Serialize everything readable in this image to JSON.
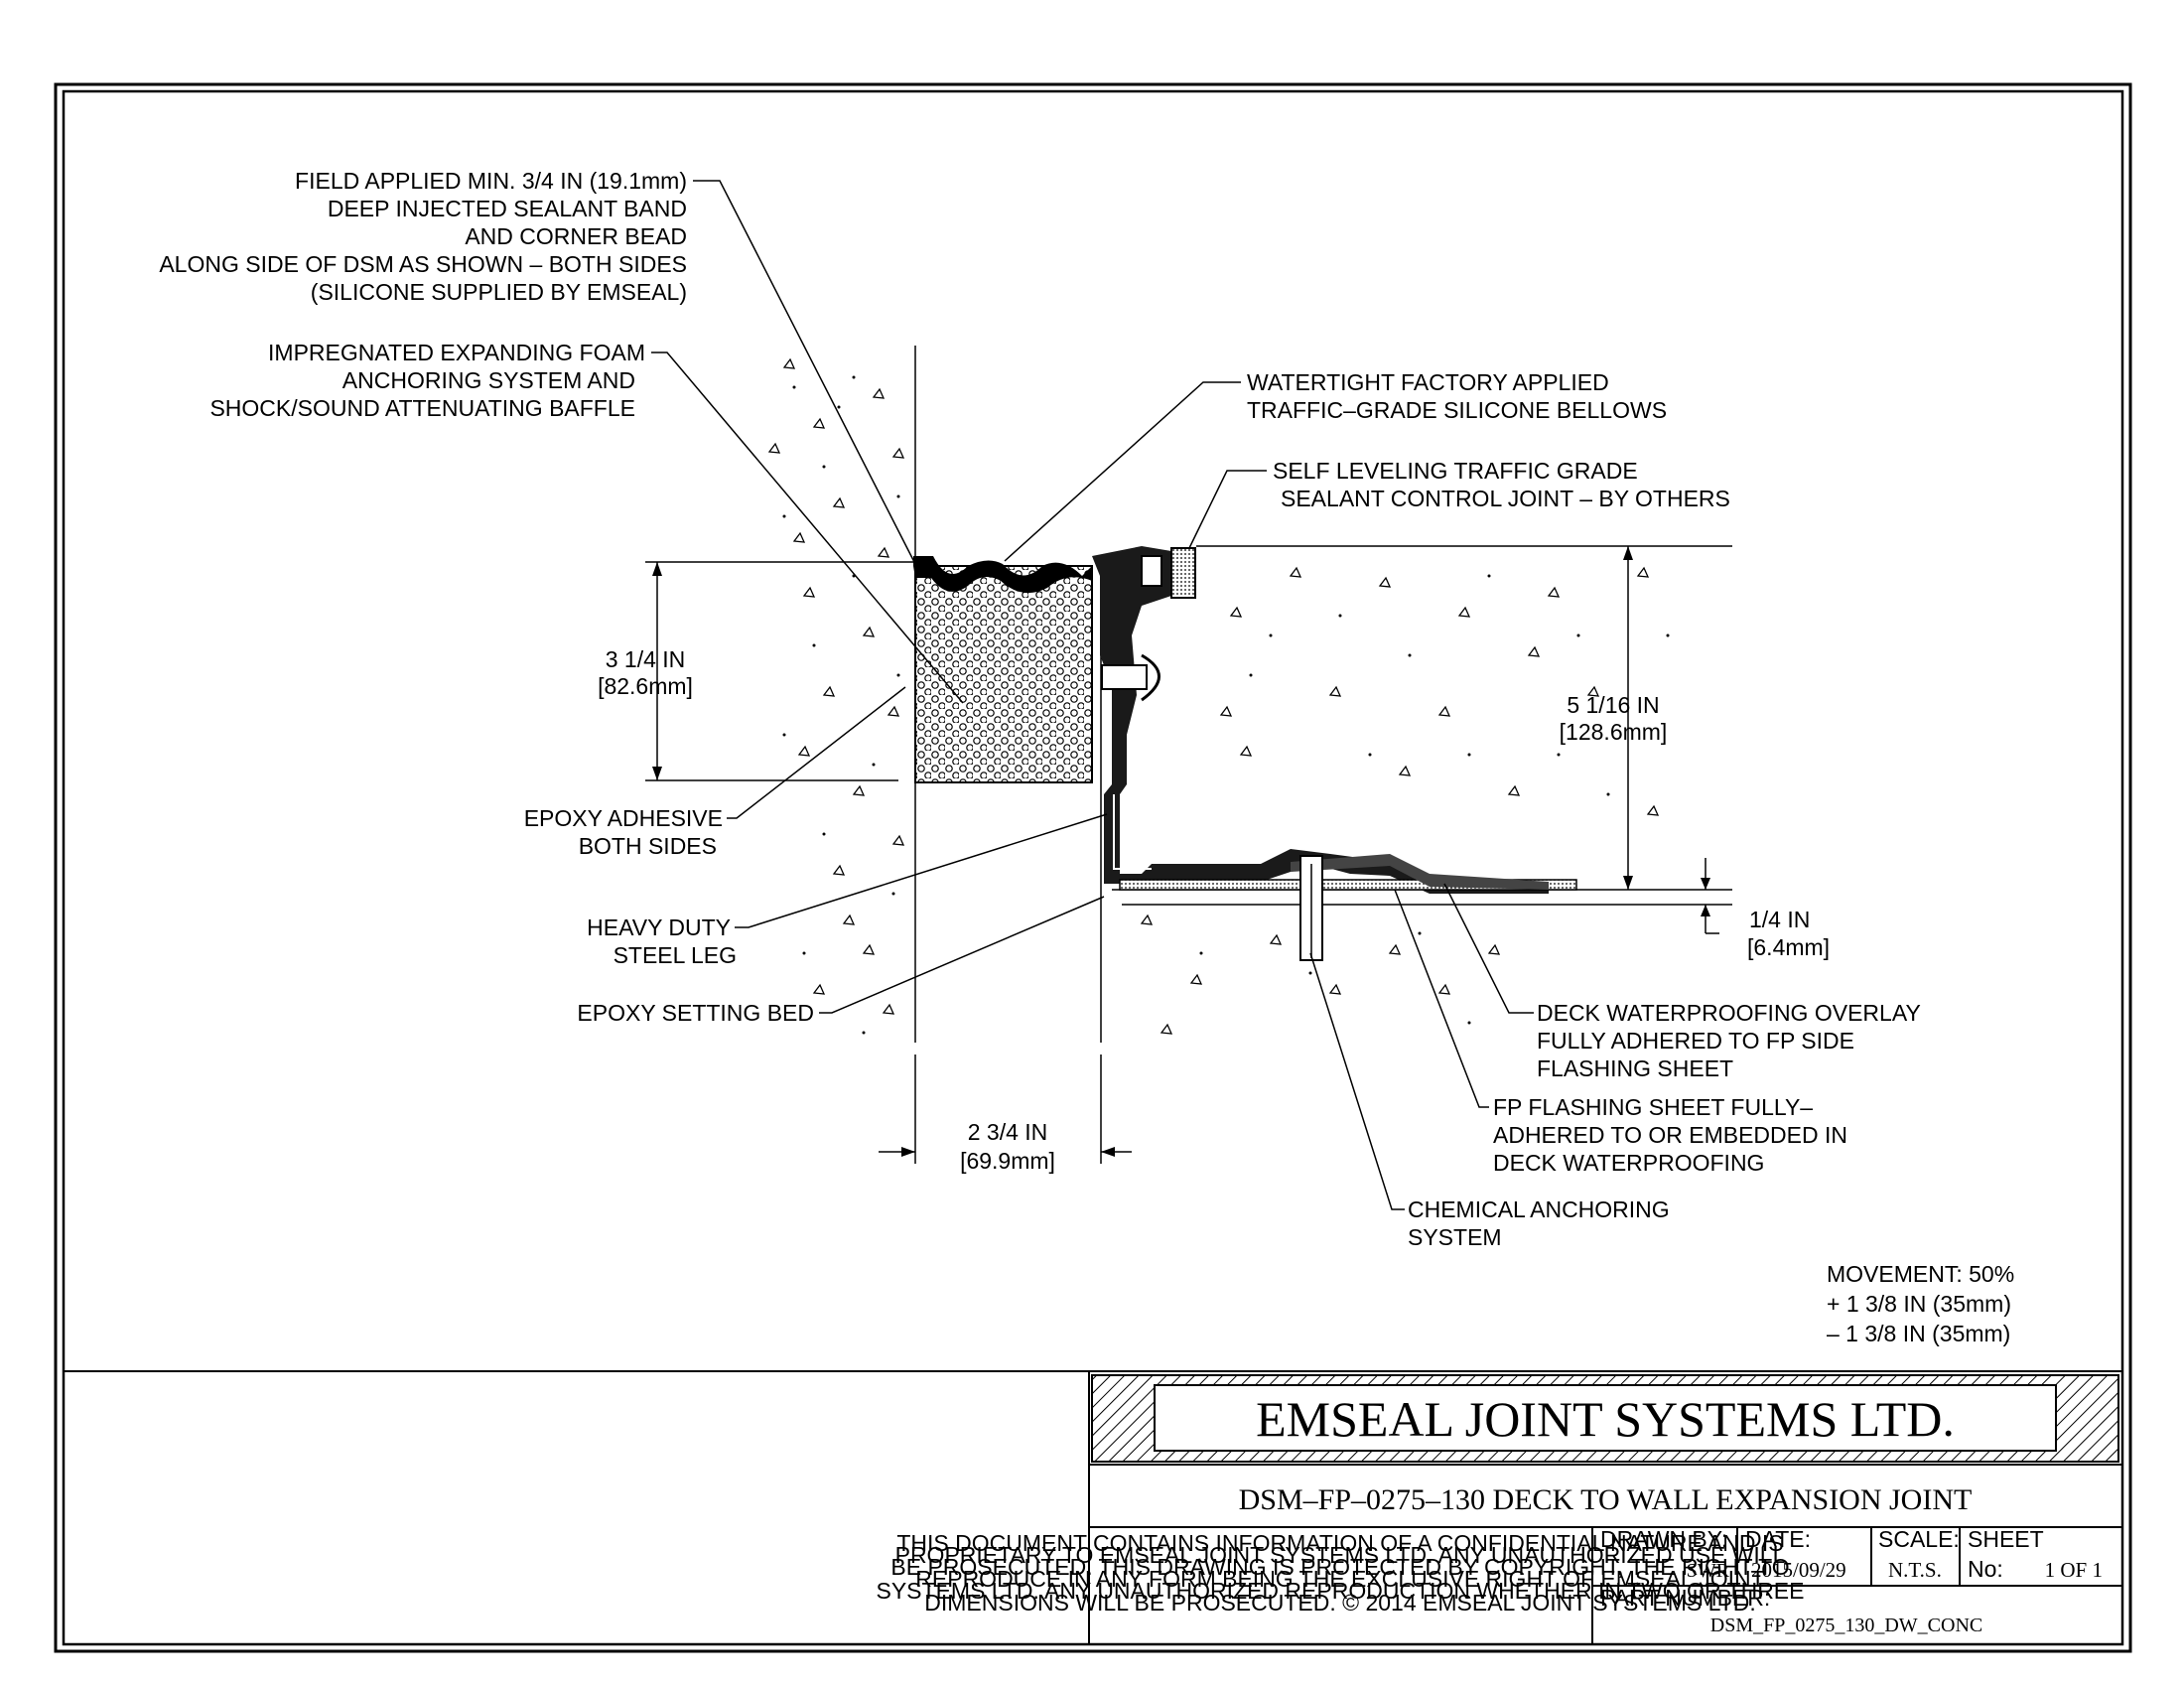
{
  "callouts": {
    "sealant_band": [
      "FIELD APPLIED MIN. 3/4 IN (19.1mm)",
      "DEEP INJECTED SEALANT BAND",
      "AND CORNER BEAD",
      "ALONG SIDE OF DSM AS SHOWN – BOTH SIDES",
      "(SILICONE SUPPLIED BY EMSEAL)"
    ],
    "foam": [
      "IMPREGNATED EXPANDING FOAM",
      "ANCHORING SYSTEM AND",
      "SHOCK/SOUND ATTENUATING BAFFLE"
    ],
    "bellows": [
      "WATERTIGHT FACTORY APPLIED",
      "TRAFFIC–GRADE SILICONE BELLOWS"
    ],
    "control_joint": [
      "SELF LEVELING TRAFFIC GRADE",
      "SEALANT CONTROL JOINT – BY OTHERS"
    ],
    "epoxy_adhesive": [
      "EPOXY ADHESIVE",
      "BOTH SIDES"
    ],
    "steel_leg": [
      "HEAVY DUTY",
      "STEEL LEG"
    ],
    "setting_bed": [
      "EPOXY SETTING BED"
    ],
    "overlay": [
      "DECK WATERPROOFING OVERLAY",
      "FULLY ADHERED TO FP SIDE",
      "FLASHING SHEET"
    ],
    "flashing": [
      "FP FLASHING SHEET FULLY–",
      "ADHERED TO OR EMBEDDED IN",
      "DECK WATERPROOFING"
    ],
    "anchoring": [
      "CHEMICAL ANCHORING",
      "SYSTEM"
    ]
  },
  "dimensions": {
    "height_left": [
      "3 1/4 IN",
      "[82.6mm]"
    ],
    "height_right": [
      "5 1/16 IN",
      "[128.6mm]"
    ],
    "width": [
      "2 3/4 IN",
      "[69.9mm]"
    ],
    "overlay_thickness": [
      "1/4 IN",
      "[6.4mm]"
    ]
  },
  "movement": [
    "MOVEMENT: 50%",
    "+ 1 3/8 IN (35mm)",
    "– 1 3/8 IN (35mm)"
  ],
  "title_block": {
    "company": "EMSEAL JOINT SYSTEMS LTD.",
    "drawing_title": "DSM–FP–0275–130 DECK TO WALL EXPANSION JOINT",
    "notice": [
      "THIS DOCUMENT CONTAINS INFORMATION OF A CONFIDENTIAL NATURE AND IS",
      "PROPRIETARY TO EMSEAL JOINT SYSTEMS LTD. ANY UNAUTHORIZED USE WILL",
      "BE PROSECUTED. THIS DRAWING IS PROTECTED BY COPYRIGHT, THE RIGHT TO",
      "REPRODUCE IN ANY FORM BEING THE EXCLUSIVE RIGHT OF EMSEAL JOINT",
      "SYSTEMS LTD. ANY UNAUTHORIZED REPRODUCTION WHETHER IN TWO OR THREE",
      "DIMENSIONS WILL BE PROSECUTED. © 2014 EMSEAL JOINT SYSTEMS LTD."
    ],
    "drawn_by_label": "DRAWN BY:",
    "drawn_by": "SWR",
    "date_label": "DATE:",
    "date": "2015/09/29",
    "scale_label": "SCALE:",
    "scale": "N.T.S.",
    "sheet_label": "SHEET",
    "sheet_no_label": "No:",
    "sheet_no": "1 OF 1",
    "part_number_label": "PART NUMBER:",
    "part_number": "DSM_FP_0275_130_DW_CONC"
  }
}
